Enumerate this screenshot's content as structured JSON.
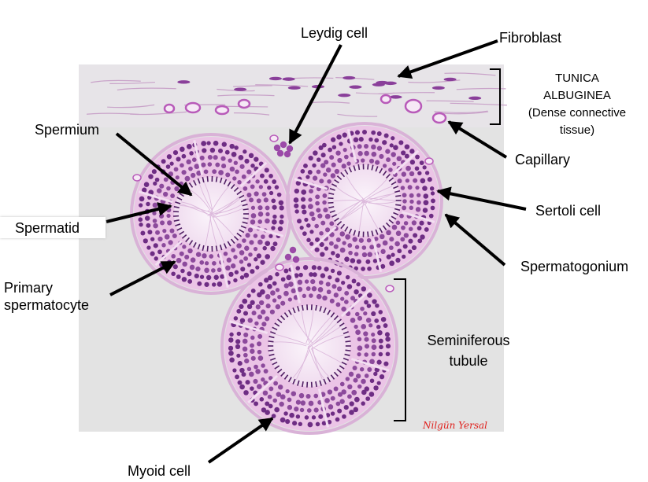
{
  "labels": {
    "leydig_cell": "Leydig cell",
    "fibroblast": "Fibroblast",
    "tunica_line1": "TUNICA",
    "tunica_line2": "ALBUGINEA",
    "tunica_line3": "(Dense connective",
    "tunica_line4": "tissue)",
    "capillary": "Capillary",
    "spermium": "Spermium",
    "sertoli_cell": "Sertoli cell",
    "spermatid": "Spermatid",
    "spermatogonium": "Spermatogonium",
    "primary_line1": "Primary",
    "primary_line2": "spermatocyte",
    "seminiferous_line1": "Seminiferous",
    "seminiferous_line2": "tubule",
    "myoid_cell": "Myoid cell"
  },
  "signature": "Nilgün Yersal",
  "colors": {
    "tissue_background": "#e3e3e3",
    "tubule_stroma": "#ebc4e6",
    "nucleus": "#6e2d84",
    "lumen": "#f7eef7",
    "arrow": "#000000"
  }
}
